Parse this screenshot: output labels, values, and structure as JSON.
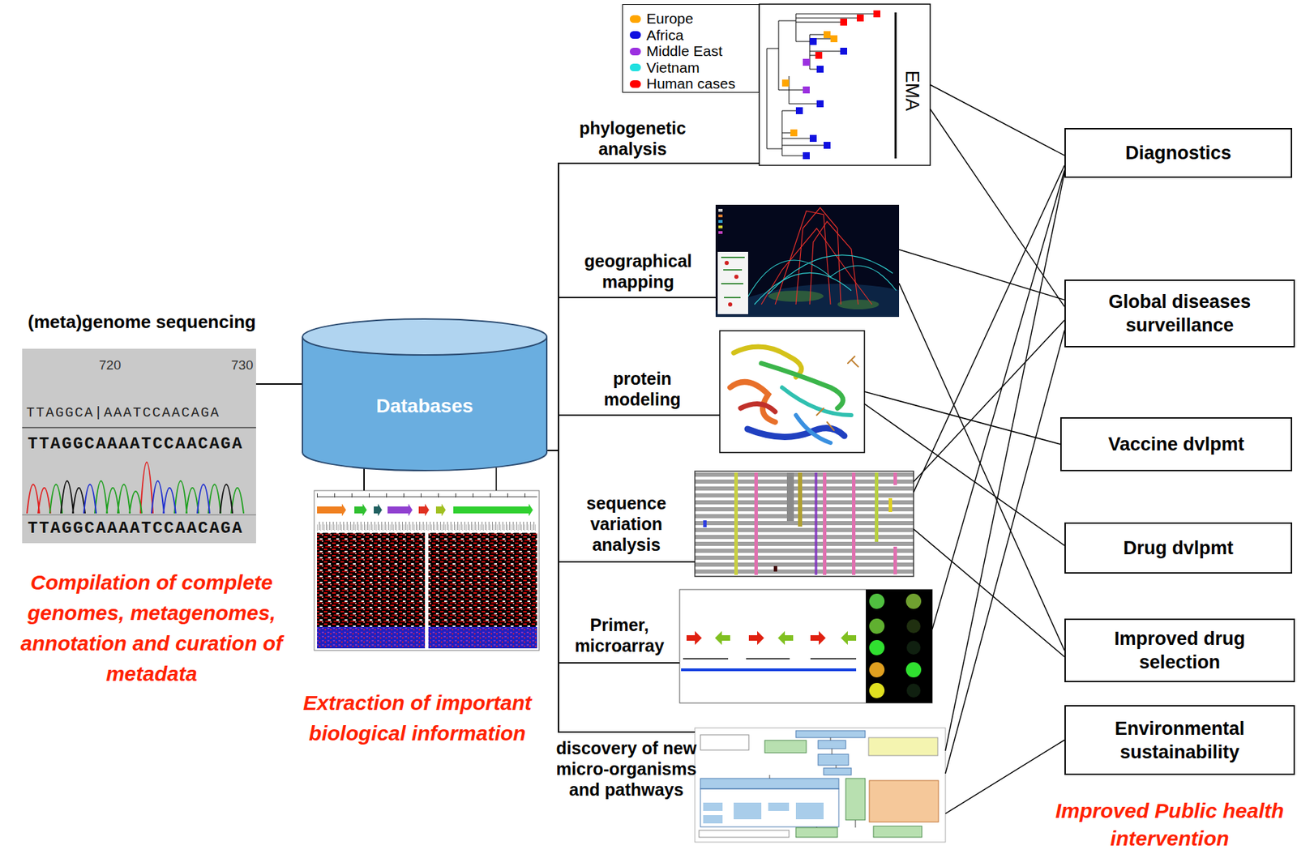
{
  "diagram": {
    "nodes": [
      {
        "text": [
          "(meta)genome sequencing",
          "Compilation of complete genomes, metagenomes, annotation and curation of metadata"
        ]
      },
      {
        "text": [
          "Databases"
        ]
      },
      {
        "text": [
          "Extraction of important biological information"
        ]
      },
      {
        "text": [
          "phylogenetic analysis",
          "EMA"
        ]
      },
      {
        "text": [
          "geographical mapping"
        ]
      },
      {
        "text": [
          "protein modeling"
        ]
      },
      {
        "text": [
          "sequence variation analysis"
        ]
      },
      {
        "text": [
          "Primer, microarray"
        ]
      },
      {
        "text": [
          "discovery of new micro-organisms and pathways"
        ]
      },
      {
        "text": [
          "Diagnostics"
        ]
      },
      {
        "text": [
          "Global diseases surveillance"
        ]
      },
      {
        "text": [
          "Vaccine dvlpmt"
        ]
      },
      {
        "text": [
          "Drug dvlpmt"
        ]
      },
      {
        "text": [
          "Improved drug selection"
        ]
      },
      {
        "text": [
          "Environmental sustainability"
        ]
      }
    ],
    "edges": [
      {
        "from": 0,
        "to": 1,
        "arrow": "none"
      },
      {
        "from": 1,
        "to": 2,
        "arrow": "none"
      },
      {
        "from": 1,
        "to": 3,
        "arrow": "none"
      },
      {
        "from": 1,
        "to": 4,
        "arrow": "none"
      },
      {
        "from": 1,
        "to": 5,
        "arrow": "none"
      },
      {
        "from": 1,
        "to": 6,
        "arrow": "none"
      },
      {
        "from": 1,
        "to": 7,
        "arrow": "none"
      },
      {
        "from": 1,
        "to": 8,
        "arrow": "none"
      },
      {
        "from": 3,
        "to": 9,
        "arrow": "none"
      },
      {
        "from": 3,
        "to": 10,
        "arrow": "none"
      },
      {
        "from": 4,
        "to": 10,
        "arrow": "none"
      },
      {
        "from": 4,
        "to": 13,
        "arrow": "none"
      },
      {
        "from": 5,
        "to": 11,
        "arrow": "none"
      },
      {
        "from": 5,
        "to": 12,
        "arrow": "none"
      },
      {
        "from": 6,
        "to": 9,
        "arrow": "none"
      },
      {
        "from": 6,
        "to": 10,
        "arrow": "none"
      },
      {
        "from": 6,
        "to": 13,
        "arrow": "none"
      },
      {
        "from": 7,
        "to": 9,
        "arrow": "none"
      },
      {
        "from": 8,
        "to": 9,
        "arrow": "none"
      },
      {
        "from": 8,
        "to": 10,
        "arrow": "none"
      },
      {
        "from": 8,
        "to": 14,
        "arrow": "none"
      }
    ],
    "labels": [
      "720",
      "730",
      "TTAGGCA|AAATCCAACAGA",
      "TTAGGCAAAATCCAACAGA",
      "TTAGGCAAAATCCAACAGA",
      "Improved Public health intervention"
    ],
    "legend": [
      {
        "text": "Europe",
        "color": "#ffa500"
      },
      {
        "text": "Africa",
        "color": "#1010e0"
      },
      {
        "text": "Middle East",
        "color": "#9b30e0"
      },
      {
        "text": "Vietnam",
        "color": "#20e0e0"
      },
      {
        "text": "Human cases",
        "color": "#ff0000"
      }
    ]
  }
}
